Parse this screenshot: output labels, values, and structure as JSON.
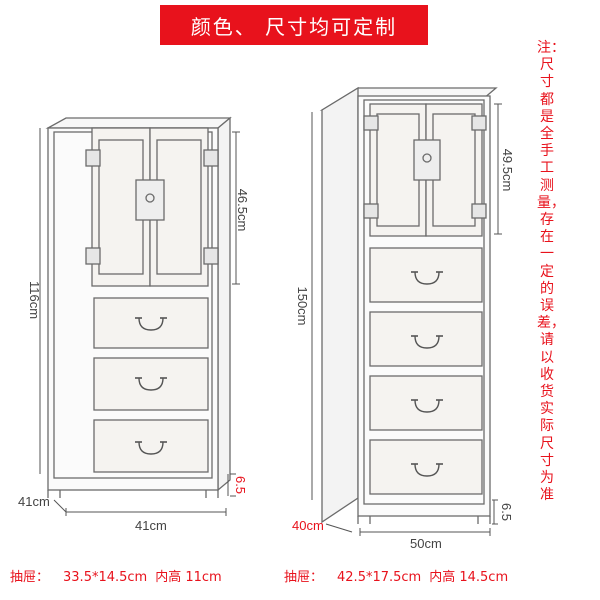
{
  "banner": {
    "text": "颜色、  尺寸均可定制",
    "bg_color": "#e8121c"
  },
  "note": {
    "text": "注：尺寸都是全手工测量，存在一定的误差，请以收货实际尺寸为准"
  },
  "left_cabinet": {
    "height": "116cm",
    "door_height": "46.5cm",
    "leg_height": "6.5",
    "depth": "41cm",
    "width": "41cm",
    "caption": {
      "label": "抽屉：",
      "size": "33.5*14.5cm",
      "inner": "内高 11cm"
    }
  },
  "right_cabinet": {
    "height": "150cm",
    "door_height": "49.5cm",
    "leg_height": "6.5",
    "depth": "40cm",
    "width": "50cm",
    "caption": {
      "label": "抽屉：",
      "size": "42.5*17.5cm",
      "inner": "内高 14.5cm"
    }
  },
  "colors": {
    "accent": "#e8121c",
    "line": "#6b6b6b"
  }
}
